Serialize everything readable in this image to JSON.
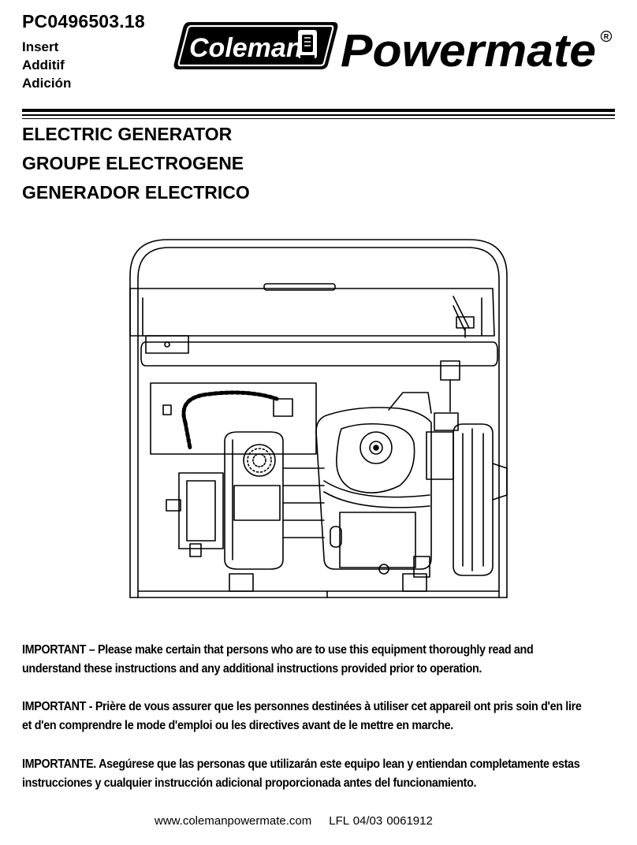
{
  "header": {
    "part_number": "PC0496503.18",
    "insert_labels": [
      "Insert",
      "Additif",
      "Adición"
    ]
  },
  "brand": {
    "coleman": "Coleman",
    "powermate": "Powermate",
    "registered_mark": "R"
  },
  "titles": [
    "ELECTRIC GENERATOR",
    "GROUPE ELECTROGENE",
    "GENERADOR ELECTRICO"
  ],
  "notices": [
    {
      "lead": "IMPORTANT – ",
      "lines": [
        "Please make certain that persons who are to use this equipment thoroughly read and",
        "understand these instructions and any additional instructions provided prior to operation."
      ]
    },
    {
      "lead": "IMPORTANT - ",
      "lines": [
        "Prière de vous assurer que les personnes destinées à utiliser cet appareil ont pris soin d'en lire",
        "et d'en comprendre le mode d'emploi ou les directives avant de le mettre en marche."
      ]
    },
    {
      "lead": "IMPORTANTE.  ",
      "lines": [
        "Asegúrese que las personas que utilizarán este equipo lean y entiendan completamente estas",
        "instrucciones y cualquier instrucción adicional proporcionada antes del funcionamiento."
      ]
    }
  ],
  "footer": {
    "website": "www.colemanpowermate.com",
    "code": "LFL  04/03  0061912"
  }
}
